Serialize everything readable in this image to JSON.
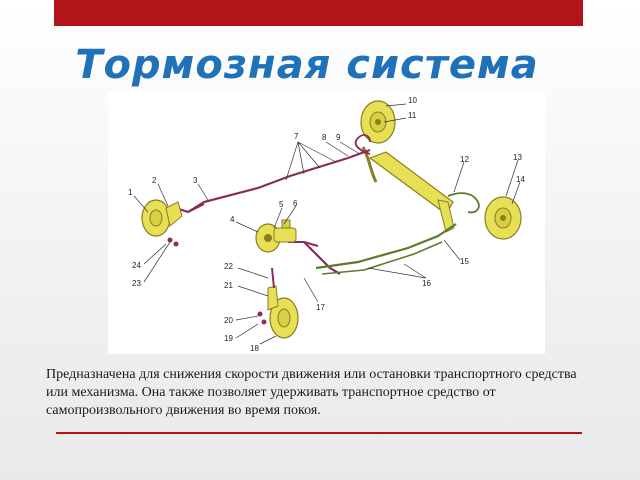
{
  "slide": {
    "title": "Тормозная система",
    "description": "Предназначена для снижения скорости движения или остановки транспортного средства или механизма. Она также позволяет удерживать транспортное средство от самопроизвольного движения во время покоя."
  },
  "diagram": {
    "labels": [
      "1",
      "2",
      "3",
      "4",
      "5",
      "6",
      "7",
      "8",
      "9",
      "10",
      "11",
      "12",
      "13",
      "14",
      "15",
      "16",
      "17",
      "18",
      "19",
      "20",
      "21",
      "22",
      "23",
      "24"
    ]
  },
  "colors": {
    "accent": "#b11419",
    "title": "#1f71b8",
    "metal": "#e7df55",
    "brake_line": "#8a2b5a",
    "rear_line": "#5e7a2c"
  }
}
